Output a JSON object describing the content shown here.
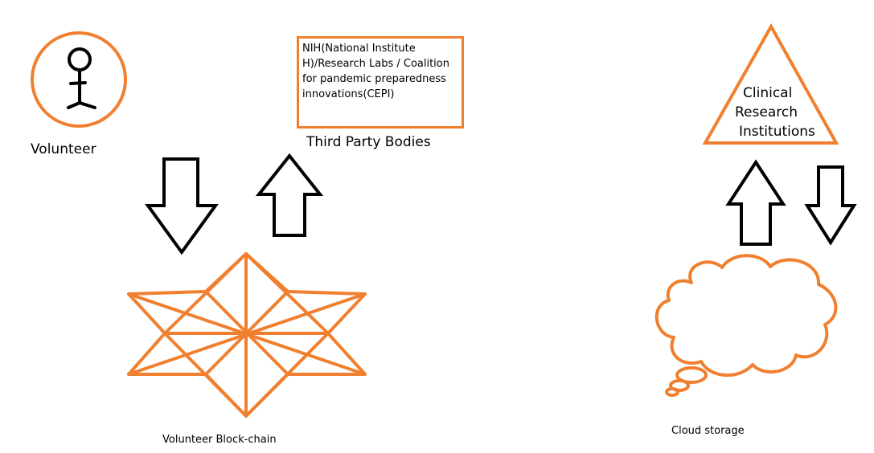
{
  "colors": {
    "accent": "#f08030",
    "stroke": "#000000",
    "background": "#ffffff"
  },
  "nodes": {
    "volunteer": {
      "label": "Volunteer",
      "icon": "stick-figure-icon"
    },
    "third_party": {
      "box_text": "NIH(National Institute H)/Research Labs / Coalition for pandemic preparedness innovations(CEPI)",
      "label": "Third Party Bodies"
    },
    "clinical": {
      "line1": "Clinical",
      "line2": "Research",
      "line3": "Institutions"
    },
    "blockchain": {
      "label": "Volunteer Block-chain",
      "icon": "star-network-icon"
    },
    "cloud": {
      "label": "Cloud storage",
      "icon": "thought-cloud-icon"
    }
  },
  "arrows": [
    {
      "name": "volunteer-to-blockchain",
      "direction": "down"
    },
    {
      "name": "blockchain-to-third-party",
      "direction": "up"
    },
    {
      "name": "cloud-to-clinical",
      "direction": "up"
    },
    {
      "name": "clinical-to-cloud",
      "direction": "down"
    }
  ]
}
